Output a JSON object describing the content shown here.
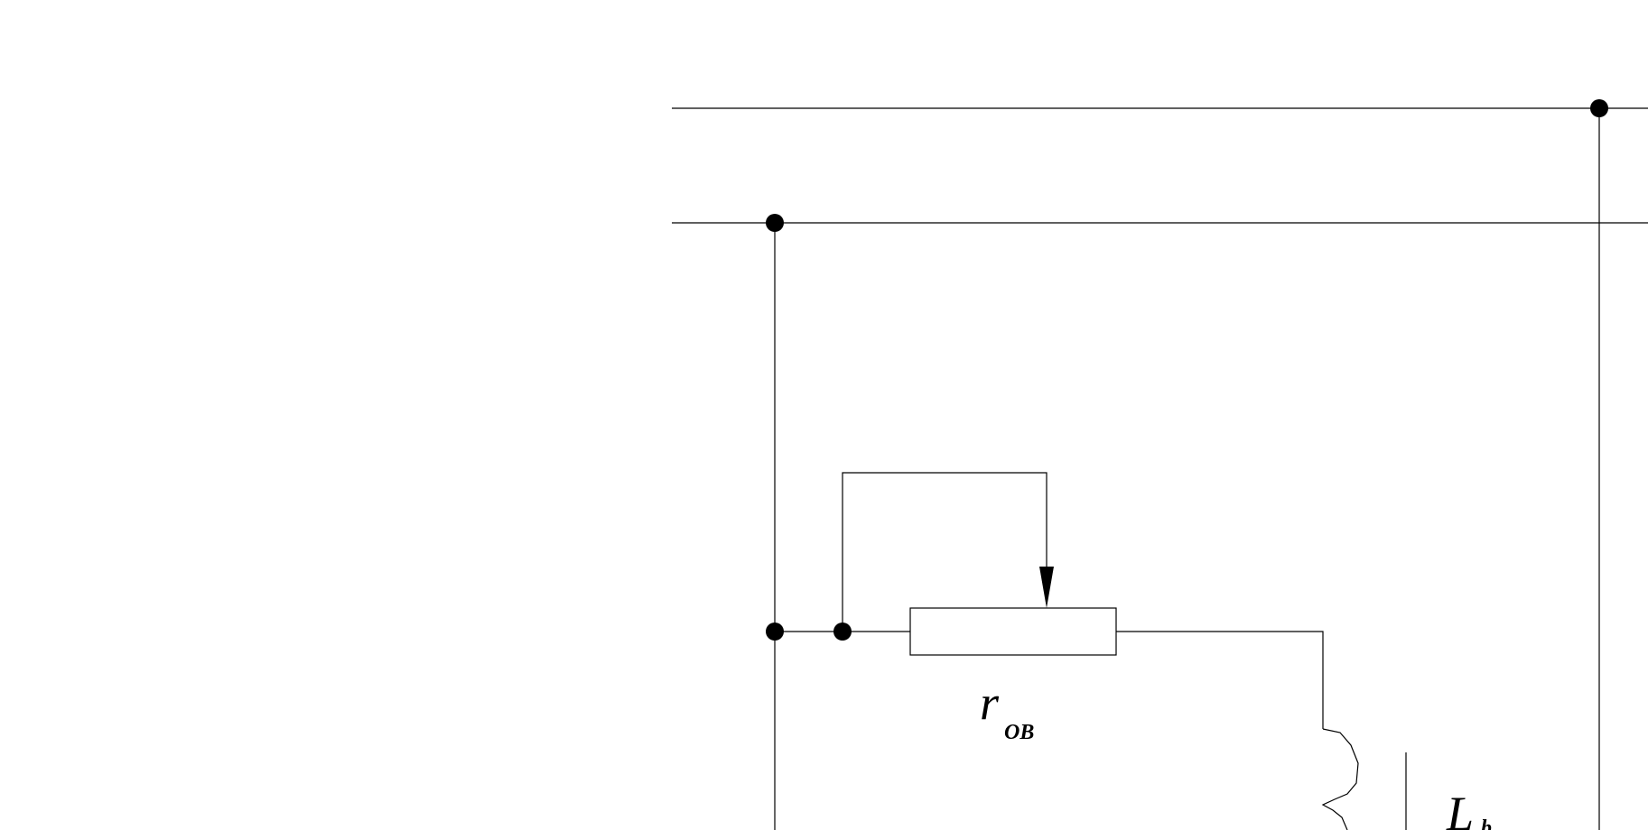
{
  "diagram": {
    "resistor_label": {
      "symbol": "r",
      "subscript": "OB"
    },
    "inductor_label": {
      "symbol": "L",
      "subscript": "b"
    },
    "colors": {
      "line": "#000000",
      "background": "#ffffff"
    }
  }
}
